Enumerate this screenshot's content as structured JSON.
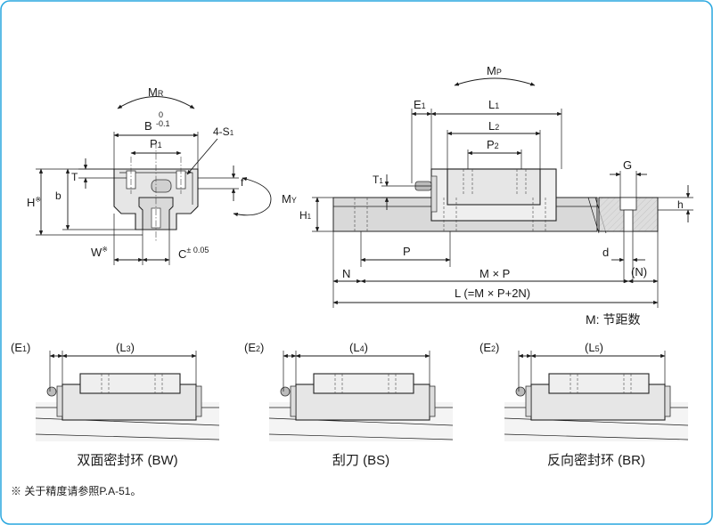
{
  "frame": {
    "border_color": "#29a7df"
  },
  "top_left": {
    "MR": {
      "main": "M",
      "sub": "R"
    },
    "B": {
      "main": "B",
      "tol_upper": "0",
      "tol_lower": "-0.1"
    },
    "P1": {
      "main": "P",
      "sub": "1"
    },
    "S1": {
      "main": "4-S",
      "sub": "1"
    },
    "T": "T",
    "f": "f",
    "H": {
      "main": "H",
      "mark": "※"
    },
    "b": "b",
    "MY": {
      "main": "M",
      "sub": "Y"
    },
    "W": {
      "main": "W",
      "mark": "※"
    },
    "C": {
      "main": "C",
      "tol": "± 0.05"
    }
  },
  "top_right": {
    "MP": {
      "main": "M",
      "sub": "P"
    },
    "E1": {
      "main": "E",
      "sub": "1"
    },
    "L1": {
      "main": "L",
      "sub": "1"
    },
    "L2": {
      "main": "L",
      "sub": "2"
    },
    "P2": {
      "main": "P",
      "sub": "2"
    },
    "T1": {
      "main": "T",
      "sub": "1"
    },
    "H1": {
      "main": "H",
      "sub": "1"
    },
    "G": "G",
    "h": "h",
    "P": "P",
    "d": "d",
    "N": "N",
    "MxP": "M × P",
    "N_paren": "(N)",
    "L_formula": "L (=M × P+2N)",
    "pitch_note": "M: 节距数"
  },
  "bottom_views": [
    {
      "e_main": "(E",
      "e_sub": "1",
      "e_close": ")",
      "l_main": "(L",
      "l_sub": "3",
      "l_close": ")",
      "caption": "双面密封环 (BW)"
    },
    {
      "e_main": "(E",
      "e_sub": "2",
      "e_close": ")",
      "l_main": "(L",
      "l_sub": "4",
      "l_close": ")",
      "caption": "刮刀 (BS)"
    },
    {
      "e_main": "(E",
      "e_sub": "2",
      "e_close": ")",
      "l_main": "(L",
      "l_sub": "5",
      "l_close": ")",
      "caption": "反向密封环 (BR)"
    }
  ],
  "footnote": "※ 关于精度请参照P.A-51。"
}
